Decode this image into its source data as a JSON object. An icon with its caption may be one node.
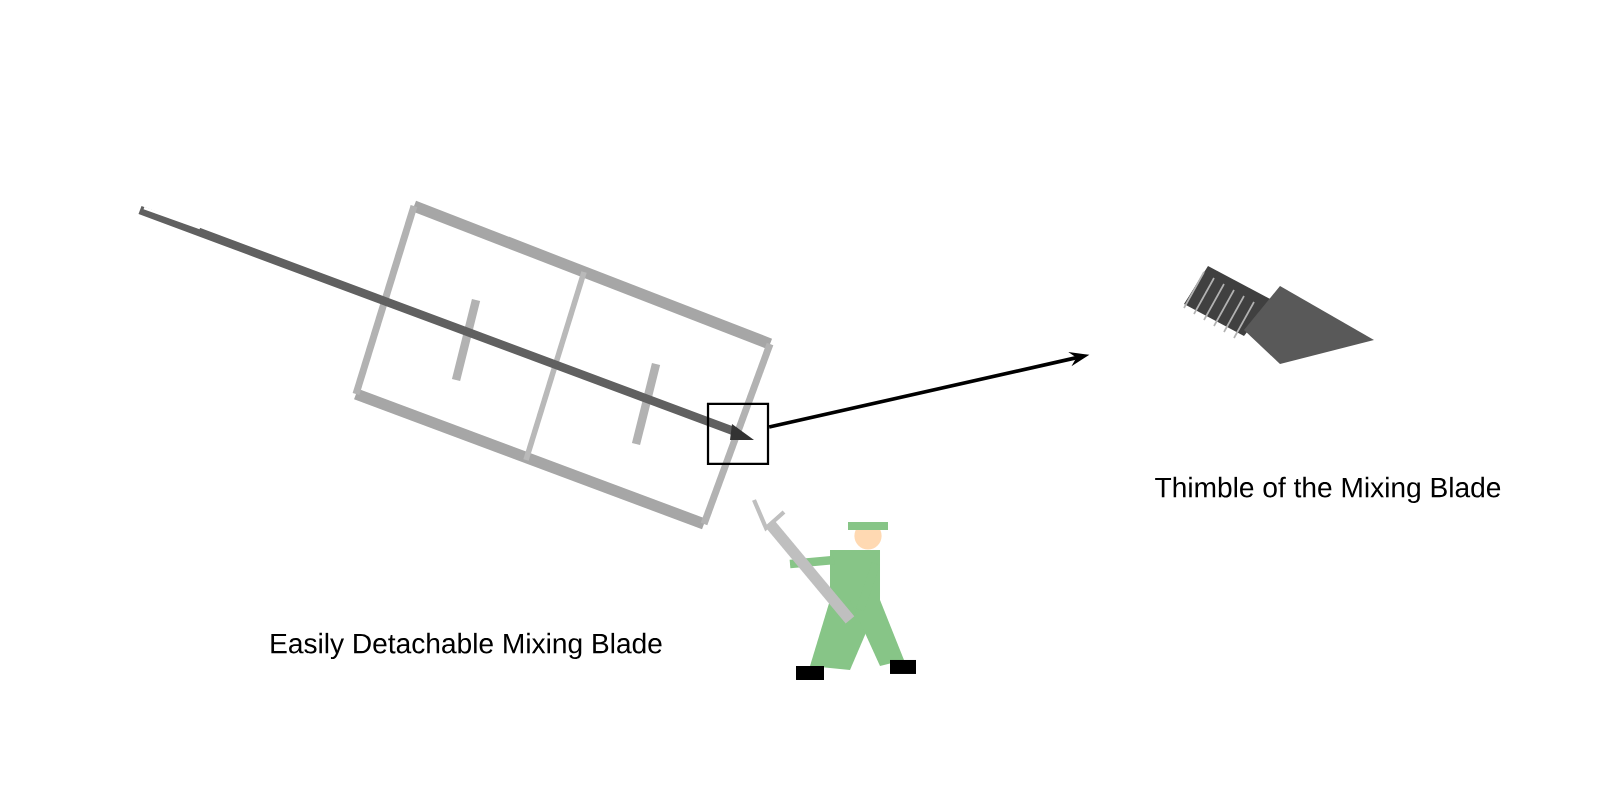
{
  "diagram": {
    "nodes": [
      {
        "text": [],
        "shape": "box"
      },
      {
        "text": [],
        "shape": "picture",
        "beside": [
          "Thimble of the Mixing Blade"
        ]
      }
    ],
    "edges": [
      {
        "from": 0,
        "to": 1,
        "arrow": "to"
      }
    ],
    "labels": [
      "Easily Detachable Mixing Blade"
    ]
  }
}
